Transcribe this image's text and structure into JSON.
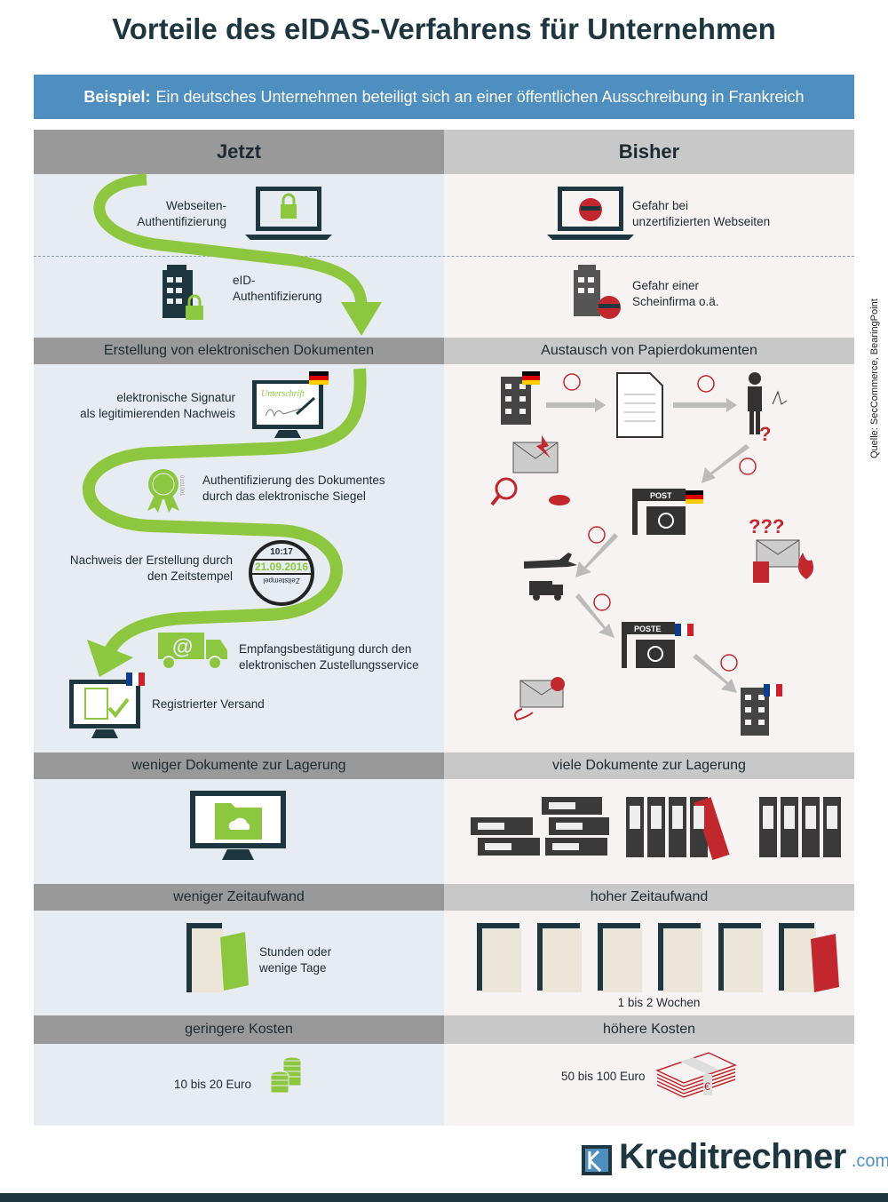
{
  "title": "Vorteile des eIDAS-Verfahrens für Unternehmen",
  "banner": {
    "label": "Beispiel:",
    "text": "Ein deutsches Unternehmen beteiligt sich an einer öffentlichen Ausschreibung in Frankreich"
  },
  "columns": {
    "left": "Jetzt",
    "right": "Bisher"
  },
  "section1": {
    "left": {
      "web_auth": [
        "Webseiten-",
        "Authentifizierung"
      ],
      "eid_auth": [
        "eID-",
        "Authentifizierung"
      ]
    },
    "right": {
      "web_danger": [
        "Gefahr bei",
        "unzertifizierten Webseiten"
      ],
      "fake_company": [
        "Gefahr einer",
        "Scheinfirma o.ä."
      ]
    }
  },
  "section2": {
    "left_header": "Erstellung von elektronischen Dokumenten",
    "right_header": "Austausch von Papierdokumenten",
    "signature": [
      "elektronische Signatur",
      "als legitimierenden Nachweis"
    ],
    "signature_screen": "Unterschrift",
    "seal": [
      "Authentifizierung des Dokumentes",
      "durch das elektronische Siegel"
    ],
    "timestamp": [
      "Nachweis der Erstellung durch",
      "den Zeitstempel"
    ],
    "stamp": {
      "time": "10:17",
      "date": "21.09.2016",
      "label": "Zeitstempel"
    },
    "delivery": [
      "Empfangsbestätigung durch den",
      "elektronischen Zustellungsservice"
    ],
    "registered": "Registrierter Versand",
    "post_de": "POST",
    "post_fr": "POSTE",
    "unknown": "???"
  },
  "section3": {
    "left_header": "weniger Dokumente zur Lagerung",
    "right_header": "viele Dokumente zur Lagerung"
  },
  "section4": {
    "left_header": "weniger Zeitaufwand",
    "right_header": "hoher Zeitaufwand",
    "left_text": [
      "Stunden oder",
      "wenige Tage"
    ],
    "right_text": "1 bis 2 Wochen"
  },
  "section5": {
    "left_header": "geringere Kosten",
    "right_header": "höhere Kosten",
    "left_text": "10 bis 20 Euro",
    "right_text": "50 bis 100 Euro"
  },
  "source": "Quelle: SecCommerce, BearingPoint",
  "logo": {
    "name": "Kreditrechner",
    "tld": ".com"
  },
  "colors": {
    "green": "#8dc63f",
    "red": "#c1272d",
    "dark": "#1d3640",
    "blue": "#4e8fc0"
  }
}
